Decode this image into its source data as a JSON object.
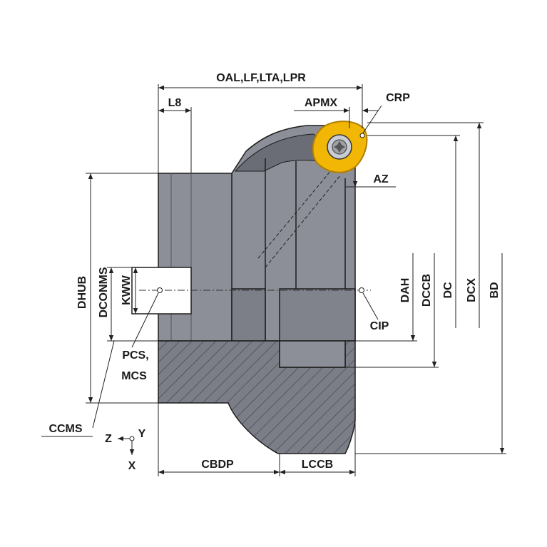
{
  "labels": {
    "oal": "OAL,LF,LTA,LPR",
    "l8": "L8",
    "apmx": "APMX",
    "crp": "CRP",
    "az": "AZ",
    "dhub": "DHUB",
    "dconms": "DCONMS",
    "kww": "KWW",
    "dah": "DAH",
    "dccb": "DCCB",
    "dc": "DC",
    "dcx": "DCX",
    "bd": "BD",
    "cip": "CIP",
    "pcs": "PCS,",
    "mcs": "MCS",
    "ccms": "CCMS",
    "axis_z": "Z",
    "axis_y": "Y",
    "axis_x": "X",
    "cbdp": "CBDP",
    "lccb": "LCCB"
  },
  "colors": {
    "body": "#8c8f98",
    "body_dark": "#5f626b",
    "section": "#7a7d86",
    "insert": "#f2b705",
    "insert_edge": "#b07f00",
    "screw": "#c9ccd2"
  },
  "icons": {
    "insert": "trigon-insert-icon",
    "screw": "torx-screw-icon",
    "coordinate_system": "coordinate-axes-icon"
  }
}
